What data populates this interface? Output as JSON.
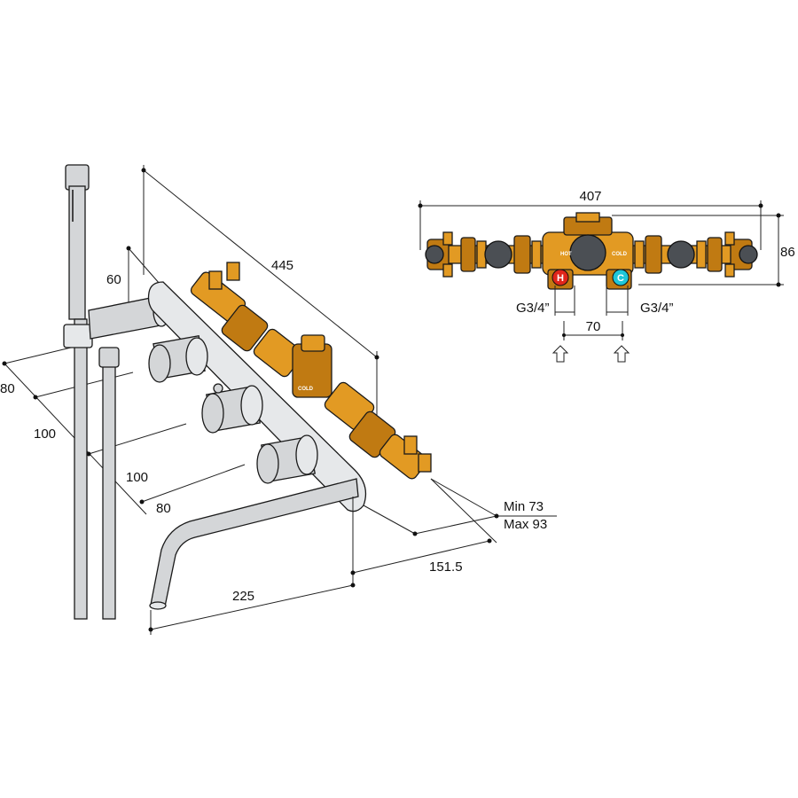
{
  "dimensions": {
    "overall_length": "407",
    "height": "86",
    "hot_thread": "G3/4”",
    "cold_thread": "G3/4”",
    "inlet_spacing": "70",
    "plate_length": "445",
    "handshower_offset": "60",
    "spacing_a": "80",
    "spacing_b": "100",
    "spacing_c": "100",
    "spacing_d": "80",
    "depth_min": "Min 73",
    "depth_max": "Max 93",
    "spout_depth": "151.5",
    "spout_length": "225"
  },
  "valve_labels": {
    "hot_label": "HOT",
    "cold_label": "COLD",
    "hot_badge": "H",
    "cold_badge": "C"
  },
  "colors": {
    "brass": "#e29a23",
    "steel": "#d4d6d8",
    "hot_badge": "#e0261b",
    "cold_badge": "#1fc6d8",
    "cap": "#4b4f54"
  }
}
